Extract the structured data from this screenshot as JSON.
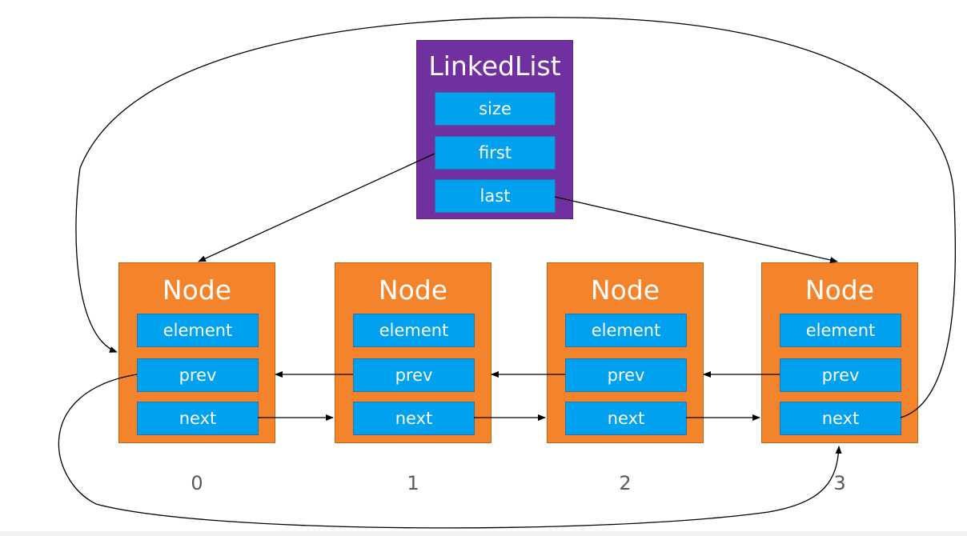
{
  "linkedlist": {
    "title": "LinkedList",
    "fields": [
      "size",
      "first",
      "last"
    ]
  },
  "nodes": [
    {
      "title": "Node",
      "fields": [
        "element",
        "prev",
        "next"
      ],
      "index": "0"
    },
    {
      "title": "Node",
      "fields": [
        "element",
        "prev",
        "next"
      ],
      "index": "1"
    },
    {
      "title": "Node",
      "fields": [
        "element",
        "prev",
        "next"
      ],
      "index": "2"
    },
    {
      "title": "Node",
      "fields": [
        "element",
        "prev",
        "next"
      ],
      "index": "3"
    }
  ],
  "colors": {
    "linkedlist_bg": "#7030a0",
    "node_bg": "#f4842c",
    "field_bg": "#00a2f0",
    "arrow": "#000000",
    "index_text": "#595959"
  }
}
